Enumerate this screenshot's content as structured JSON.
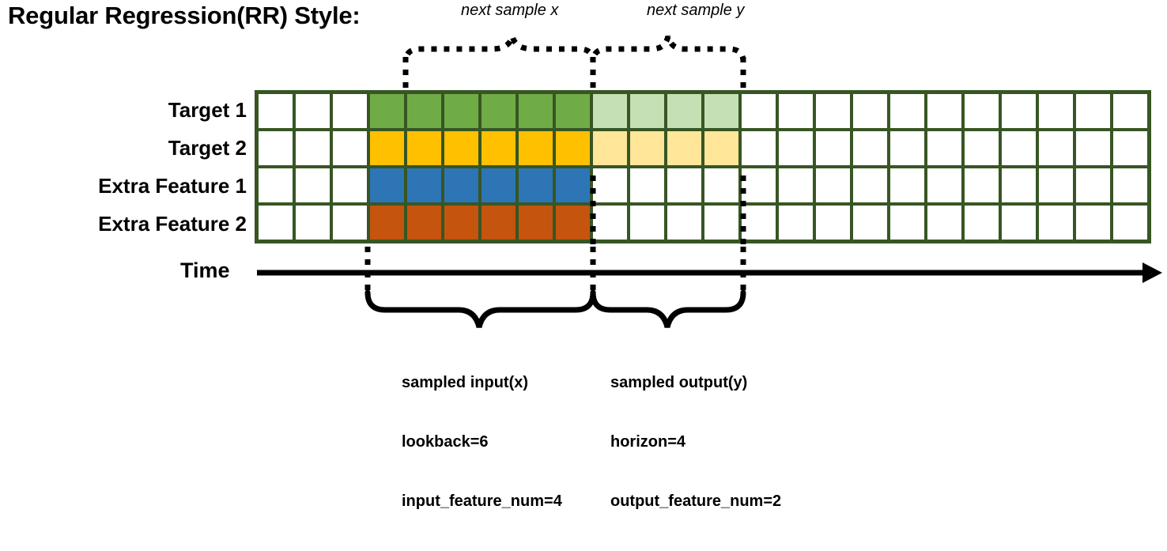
{
  "title": "Regular Regression(RR) Style:",
  "row_labels": [
    {
      "name": "target-1",
      "label": "Target 1"
    },
    {
      "name": "target-2",
      "label": "Target 2"
    },
    {
      "name": "extra-feature-1",
      "label": "Extra Feature 1"
    },
    {
      "name": "extra-feature-2",
      "label": "Extra Feature 2"
    }
  ],
  "time_axis": {
    "label": "Time"
  },
  "top_annotations": [
    {
      "name": "next-sample-x",
      "label": "next sample x"
    },
    {
      "name": "next-sample-y",
      "label": "next sample y"
    }
  ],
  "bottom_annotations": [
    {
      "name": "sampled-input",
      "line1": "sampled input(x)",
      "line2": "lookback=6",
      "line3": "input_feature_num=4"
    },
    {
      "name": "sampled-output",
      "line1": "sampled output(y)",
      "line2": "horizon=4",
      "line3": "output_feature_num=2"
    }
  ],
  "grid": {
    "columns": 24,
    "rows": 4,
    "input_start_col": 3,
    "lookback": 6,
    "horizon": 4,
    "colors": {
      "border": "#375623",
      "empty": "#FFFFFF",
      "target1_input": "#6FAC46",
      "target1_output": "#C5E0B4",
      "target2_input": "#FFC000",
      "target2_output": "#FFE699",
      "extra1_input": "#2E75B6",
      "extra2_input": "#C5540F"
    },
    "cells": [
      [
        "empty",
        "empty",
        "empty",
        "green",
        "green",
        "green",
        "green",
        "green",
        "green",
        "green-l",
        "green-l",
        "green-l",
        "green-l",
        "empty",
        "empty",
        "empty",
        "empty",
        "empty",
        "empty",
        "empty",
        "empty",
        "empty",
        "empty",
        "empty"
      ],
      [
        "empty",
        "empty",
        "empty",
        "amber",
        "amber",
        "amber",
        "amber",
        "amber",
        "amber",
        "amber-l",
        "amber-l",
        "amber-l",
        "amber-l",
        "empty",
        "empty",
        "empty",
        "empty",
        "empty",
        "empty",
        "empty",
        "empty",
        "empty",
        "empty",
        "empty"
      ],
      [
        "empty",
        "empty",
        "empty",
        "blue",
        "blue",
        "blue",
        "blue",
        "blue",
        "blue",
        "empty",
        "empty",
        "empty",
        "empty",
        "empty",
        "empty",
        "empty",
        "empty",
        "empty",
        "empty",
        "empty",
        "empty",
        "empty",
        "empty",
        "empty"
      ],
      [
        "empty",
        "empty",
        "empty",
        "orange",
        "orange",
        "orange",
        "orange",
        "orange",
        "orange",
        "empty",
        "empty",
        "empty",
        "empty",
        "empty",
        "empty",
        "empty",
        "empty",
        "empty",
        "empty",
        "empty",
        "empty",
        "empty",
        "empty",
        "empty"
      ]
    ]
  }
}
